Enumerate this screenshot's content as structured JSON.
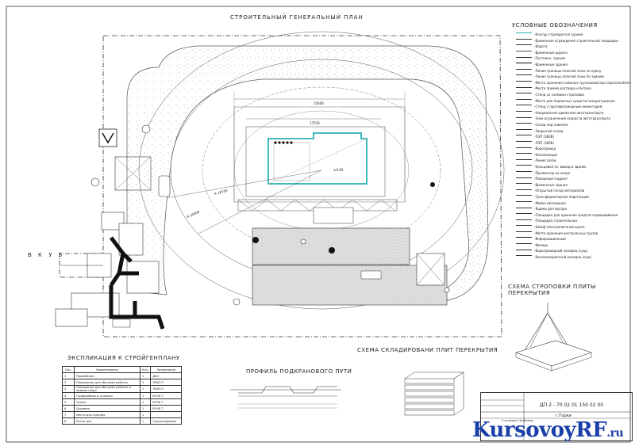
{
  "titles": {
    "main": "СТРОИТЕЛЬНЫЙ ГЕНЕРАЛЬНЫЙ ПЛАН",
    "legend": "УСЛОВНЫЕ ОБОЗНАЧЕНИЯ",
    "sling_scheme": "СХЕМА СТРОПОВКИ ПЛИТЫ ПЕРЕКРЫТИЯ",
    "explication": "ЭКСПЛИКАЦИЯ К СТРОЙГЕНПЛАНУ",
    "crane_profile": "ПРОФИЛЬ ПОДКРАНОВОГО ПУТИ",
    "storage_scheme": "СХЕМА СКЛАДИРОВАНИ ПЛИТ ПЕРЕКРЫТИЯ"
  },
  "plan": {
    "road_label": "В К У З",
    "dim_top": "35600",
    "dim_top2": "17520",
    "radius_a": "R 30000",
    "radius_b": "R 18700",
    "elev": "±0.00"
  },
  "legend_items": [
    {
      "label": "-Контур строящегося здания",
      "color": "#2bb3b3"
    },
    {
      "label": "-Временное ограждение строительной площадки",
      "color": "#333333"
    },
    {
      "label": "-Ворота",
      "color": "#333333"
    },
    {
      "label": "-Временные дороги",
      "color": "#555555"
    },
    {
      "label": "-Постоянн. здания",
      "color": "#333333"
    },
    {
      "label": "-Временные здания",
      "color": "#111111"
    },
    {
      "label": "-Линия границы опасной зоны по крану",
      "color": "#333333"
    },
    {
      "label": "-Линия границы опасной зоны по зданию",
      "color": "#333333"
    },
    {
      "label": "-Место хранения съемных грузозахватных приспособлений и тары",
      "color": "#333333"
    },
    {
      "label": "-Место приема раствора и бетона",
      "color": "#333333"
    },
    {
      "label": "-Стенд со схемами строповки",
      "color": "#333333"
    },
    {
      "label": "-Место для первичных средств пожаротушения",
      "color": "#333333"
    },
    {
      "label": "-Стенд с противопожарным инвентарем",
      "color": "#333333"
    },
    {
      "label": "-Направление движения автотранспорта",
      "color": "#333333"
    },
    {
      "label": "-Знак ограничения скорости автотранспорта",
      "color": "#333333"
    },
    {
      "label": "-Склад под навесом",
      "color": "#333333"
    },
    {
      "label": "-Закрытый склад",
      "color": "#333333"
    },
    {
      "label": "-ЛЭП (380В)",
      "color": "#333333"
    },
    {
      "label": "-ЛЭП (380В)",
      "color": "#333333"
    },
    {
      "label": "-Водопровод",
      "color": "#333333"
    },
    {
      "label": "-Канализация",
      "color": "#333333"
    },
    {
      "label": "-Линия связи",
      "color": "#333333"
    },
    {
      "label": "-Кольцевая эл. вывод в здание",
      "color": "#333333"
    },
    {
      "label": "-Прожектор на опоре",
      "color": "#333333"
    },
    {
      "label": "-Пожарный гидрант",
      "color": "#333333"
    },
    {
      "label": "-Временные здания",
      "color": "#333333"
    },
    {
      "label": "-Открытый склад материалов",
      "color": "#333333"
    },
    {
      "label": "-Трансформаторная подстанция",
      "color": "#333333"
    },
    {
      "label": "-Мойка автомашин",
      "color": "#333333"
    },
    {
      "label": "-Ящики для мусора",
      "color": "#333333"
    },
    {
      "label": "-Площадка для хранения средств подмащивания",
      "color": "#333333"
    },
    {
      "label": "-Площадка строительных",
      "color": "#333333"
    },
    {
      "label": "-Шкаф электропитания крана",
      "color": "#333333"
    },
    {
      "label": "-Место хранения контрольных грузов",
      "color": "#333333"
    },
    {
      "label": "-Информационный",
      "color": "#111111"
    },
    {
      "label": "-Фонарь",
      "color": "#333333"
    },
    {
      "label": "-Водопроводный колодец (сущ)",
      "color": "#333333"
    },
    {
      "label": "-Канализационный колодец (сущ)",
      "color": "#333333"
    }
  ],
  "explication": {
    "headers": [
      "Поз.",
      "Наименование",
      "Кол.",
      "Примечание"
    ],
    "rows": [
      [
        "1",
        "Прорабская",
        "1",
        "ДАО"
      ],
      [
        "2",
        "Помещение для обогрева рабочих",
        "1",
        "ЛНАЗ.Р"
      ],
      [
        "3",
        "Помещение для обогрева рабочих и приема пищи",
        "1",
        "ЛНАЗ.Р"
      ],
      [
        "4",
        "Гардеробная и сушилка",
        "1",
        "ВГНБ.Т"
      ],
      [
        "5",
        "Туалет",
        "1",
        "ВГНБ.Т"
      ],
      [
        "6",
        "Душевая",
        "1",
        "ВГНБ.Т"
      ],
      [
        "7",
        "Место для курения",
        "1",
        ""
      ],
      [
        "8",
        "Котел для",
        "1",
        "Сущ.вкладывно"
      ]
    ]
  },
  "stamp": {
    "code": "ДП 2 - 70 02 01 150 02 00",
    "city": "г.Горки",
    "desc": "2-этажное 16-объема"
  },
  "watermark": {
    "main": "KursovoyRF",
    "r": "R",
    "suffix": ".ru"
  }
}
